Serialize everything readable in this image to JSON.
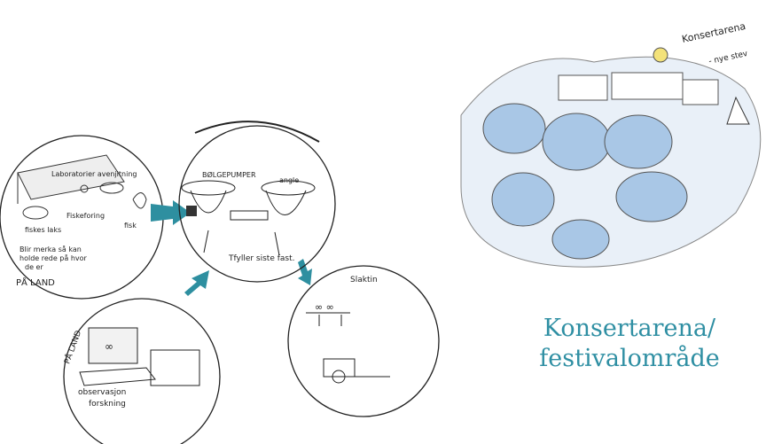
{
  "caption": {
    "line1": "Konsertarena/",
    "line2": "festivalområde"
  },
  "sketch_left": {
    "circle_land": {
      "label_top": "Laboratorier avenjitning",
      "label_fish": "Fiskeforing",
      "label_line1": "fiskes laks",
      "label_line2": "Blir merka så kan",
      "label_line3": "holde rede på hvor",
      "label_line4": "de er",
      "label_fisk": "fisk",
      "label_paland": "PÅ LAND"
    },
    "circle_center": {
      "arc_text": "",
      "label_pumps": "BØLGEPUMPER",
      "label_angle": "angle",
      "label_bottom": "Tfyller siste fast."
    },
    "circle_slaktin": {
      "label": "Slaktin",
      "label_marks": "∞ ∞"
    },
    "circle_obs": {
      "label_paland": "PÅ LAND",
      "label_obs1": "observasjon",
      "label_obs2": "forskning",
      "label_screen": "∞"
    }
  },
  "sketch_right": {
    "label": "Konsertarena",
    "notes": "- nye stev"
  },
  "colors": {
    "caption": "#2f8fa3",
    "arrow": "#2e8fa0",
    "water": "#a9c7e6"
  }
}
